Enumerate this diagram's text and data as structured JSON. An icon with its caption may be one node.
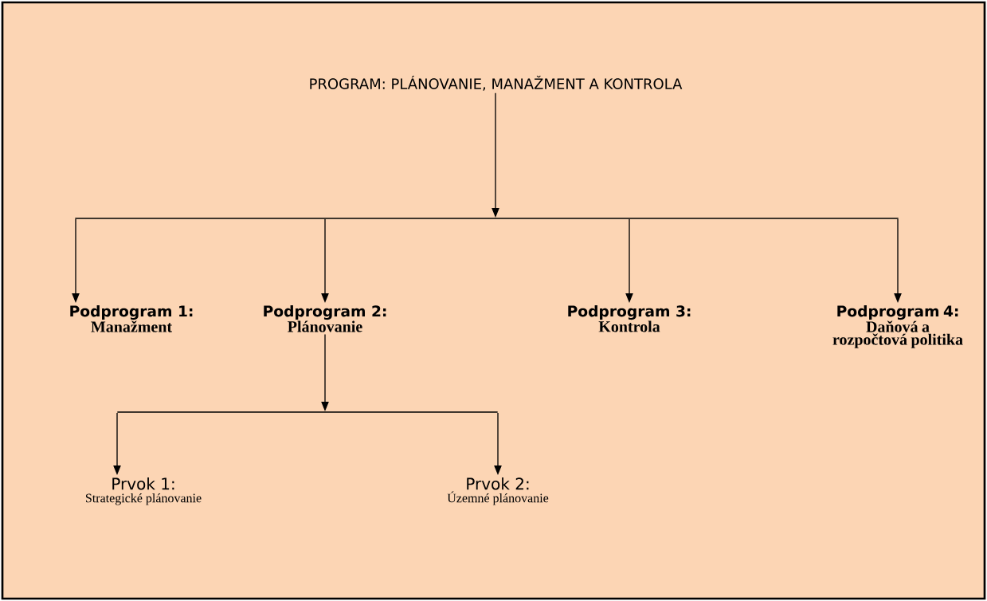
{
  "diagram": {
    "nodes": [
      {
        "text": [
          "PROGRAM: PLÁNOVANIE, MANAŽMENT A KONTROLA"
        ]
      },
      {
        "text": [],
        "shape": "bar"
      },
      {
        "text": [
          "Podprogram 1:",
          "Manažment"
        ]
      },
      {
        "text": [
          "Podprogram 2:",
          "Plánovanie"
        ]
      },
      {
        "text": [
          "Podprogram 3:",
          "Kontrola"
        ]
      },
      {
        "text": [
          "Podprogram 4:",
          "Daňová a rozpočtová politika"
        ]
      },
      {
        "text": [],
        "shape": "bar"
      },
      {
        "text": [
          "Prvok 1:",
          "Strategické plánovanie"
        ]
      },
      {
        "text": [
          "Prvok 2:",
          "Územné plánovanie"
        ]
      }
    ],
    "edges": [
      {
        "from": 0,
        "to": 1,
        "arrow": "to"
      },
      {
        "from": 1,
        "to": 2,
        "arrow": "to"
      },
      {
        "from": 1,
        "to": 3,
        "arrow": "to"
      },
      {
        "from": 1,
        "to": 4,
        "arrow": "to"
      },
      {
        "from": 1,
        "to": 5,
        "arrow": "to"
      },
      {
        "from": 3,
        "to": 6,
        "arrow": "to"
      },
      {
        "from": 6,
        "to": 7,
        "arrow": "to"
      },
      {
        "from": 6,
        "to": 8,
        "arrow": "to"
      }
    ]
  }
}
